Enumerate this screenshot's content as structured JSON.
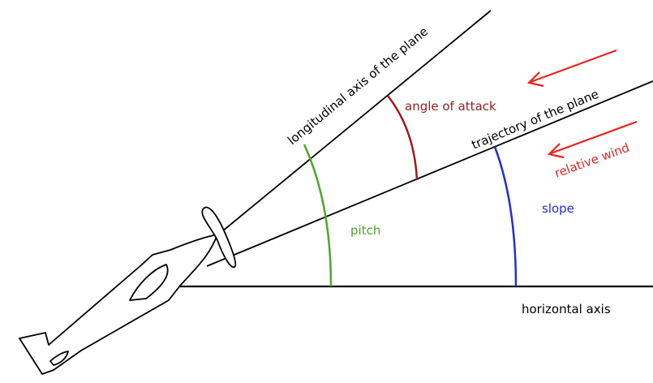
{
  "labels": {
    "longitudinal_axis": "longitudinal  axis of the plane",
    "trajectory": "trajectory of the plane",
    "angle_of_attack": "angle of attack",
    "relative_wind": "relative wind",
    "pitch": "pitch",
    "slope": "slope",
    "horizontal_axis": "horizontal axis"
  },
  "colors": {
    "axis": "#000000",
    "angle_of_attack": "#9b1c1c",
    "relative_wind": "#e8251f",
    "pitch": "#4da62c",
    "slope": "#1f2fd6"
  }
}
